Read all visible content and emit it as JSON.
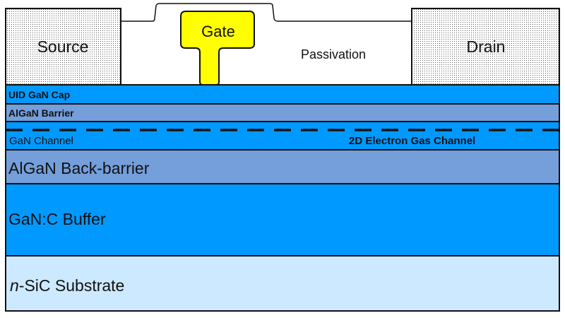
{
  "title": "GaN HEMT cross-section",
  "contacts": {
    "source": "Source",
    "gate": "Gate",
    "drain": "Drain",
    "passivation": "Passivation"
  },
  "layers": [
    {
      "id": "uid-gan-cap",
      "label": "UID GaN Cap",
      "color": "#0099ff",
      "bold": true
    },
    {
      "id": "algan-barrier",
      "label": "AlGaN Barrier",
      "color": "#759fdb",
      "bold": true
    },
    {
      "id": "gan-channel",
      "label": "GaN Channel",
      "color": "#0099ff",
      "bold": false
    },
    {
      "id": "algan-back-barrier",
      "label": "AlGaN Back-barrier",
      "color": "#759fdb",
      "bold": false
    },
    {
      "id": "gan-c-buffer",
      "label": "GaN:C Buffer",
      "color": "#0099ff",
      "bold": false
    },
    {
      "id": "n-sic-substrate",
      "label_italic": "n",
      "label": "-SiC Substrate",
      "color": "#cce9ff",
      "bold": false
    }
  ],
  "annotations": {
    "two_deg": "2D Electron Gas Channel"
  },
  "colors": {
    "gate": "#ffff00",
    "contact_bg": "#ffffff",
    "outline": "#111111"
  }
}
